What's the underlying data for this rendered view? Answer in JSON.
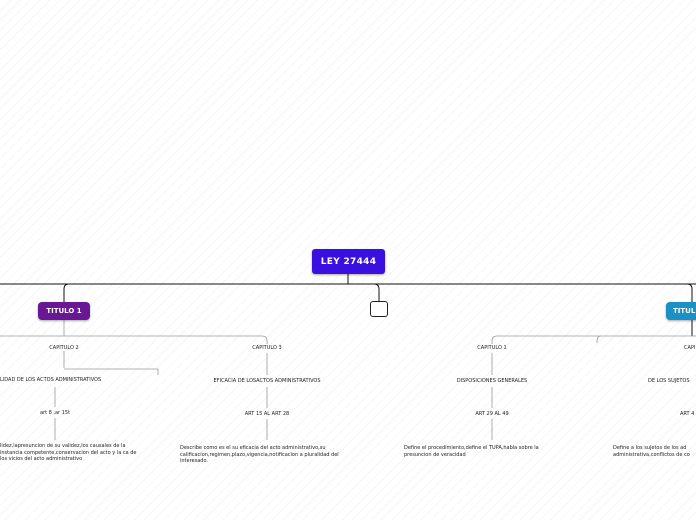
{
  "root": {
    "label": "LEY 27444"
  },
  "branches": {
    "titulo1": {
      "label": "TITULO 1",
      "color": "#6a1796",
      "capitulo2": {
        "label": "CAPITULO 2",
        "subject": "LIDAD DE LOS ACTOS ADMINISTRATIVOS",
        "articles": "art 8 ,ar 15t",
        "description": "lidez,lapresuncion de su validez,los causales de la instancia competente,conservacion del acto y la ca de los vicios del acto administrativo"
      },
      "capitulo3": {
        "label": "CAPITULO 3",
        "subject": "EFICACIA DE LOSACTOS ADMINISTRATIVOS",
        "articles": "ART 15 AL ART 28",
        "description": "Describe como es el su eficacia del acto administrativo,su calificacion,regimen,plazo,vigencia,notificacion a pluralidad del interesado."
      }
    },
    "empty_node": {
      "label": ""
    },
    "titulo3": {
      "label": "TITUL",
      "color": "#1a90c4",
      "capitulo1": {
        "label": "CAPITULO 1",
        "subject": "DISPOSICIONES GENERALES",
        "articles": "ART 29 AL 49",
        "description": "Define el procedimiento,define el TUPA,habla sobre la presuncion de veracidad"
      },
      "capitulo_next": {
        "label": "CAPI",
        "subject": "DE LOS SUJETOS",
        "articles": "ART 4",
        "description": "Define a los sujetos de los ad administrativa,conflictos de co"
      }
    }
  },
  "colors": {
    "root": "#3a10e0",
    "link_dark": "#111111",
    "link_light": "#9a9a9a"
  }
}
